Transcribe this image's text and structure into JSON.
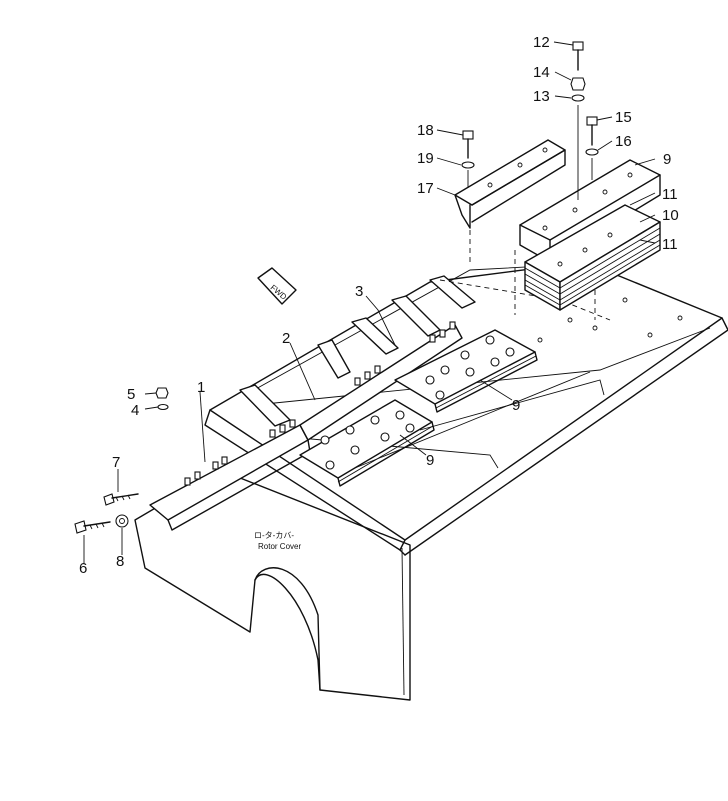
{
  "labels": {
    "l1": "1",
    "l2": "2",
    "l3": "3",
    "l4": "4",
    "l5": "5",
    "l6": "6",
    "l7": "7",
    "l8": "8",
    "l9a": "9",
    "l9b": "9",
    "l9c": "9",
    "l10": "10",
    "l11a": "11",
    "l11b": "11",
    "l12": "12",
    "l13": "13",
    "l14": "14",
    "l15": "15",
    "l16": "16",
    "l17": "17",
    "l18": "18",
    "l19": "19"
  },
  "fwd_sign": "FWD",
  "rotor_cover_jp": "ロ-タ-カバ-",
  "rotor_cover_en": "Rotor Cover"
}
